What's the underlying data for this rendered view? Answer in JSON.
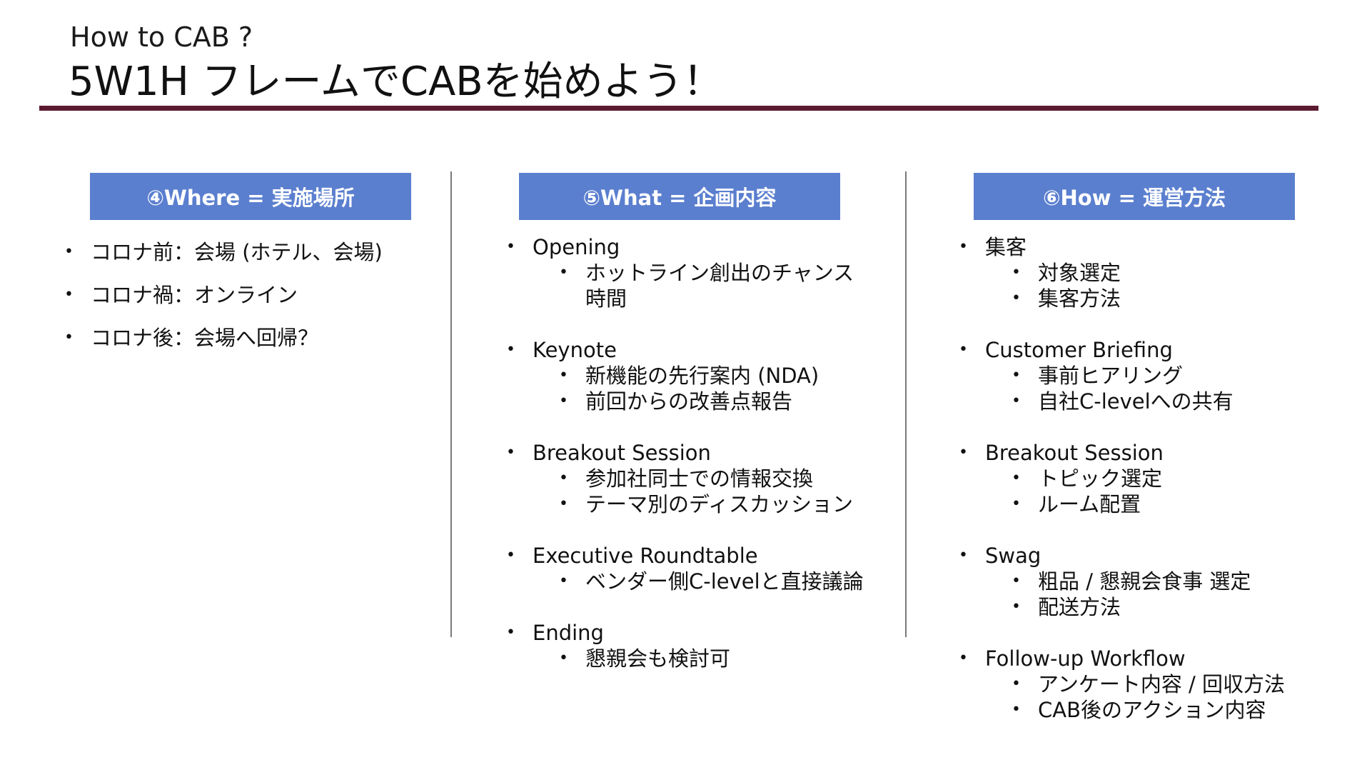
{
  "header": {
    "subtitle": "How to CAB ?",
    "title": "5W1H フレームでCABを始めよう！"
  },
  "columns": [
    {
      "heading": "④Where = 実施場所",
      "items": [
        {
          "label": "コロナ前：会場 (ホテル、会場)"
        },
        {
          "label": "コロナ禍：オンライン"
        },
        {
          "label": "コロナ後：会場へ回帰？"
        }
      ]
    },
    {
      "heading": "⑤What = 企画内容",
      "items": [
        {
          "label": "Opening",
          "sub": [
            "ホットライン創出のチャンス",
            "時間"
          ]
        },
        {
          "label": "Keynote",
          "sub": [
            "新機能の先行案内 (NDA)",
            "前回からの改善点報告"
          ]
        },
        {
          "label": "Breakout Session",
          "sub": [
            "参加社同士での情報交換",
            "テーマ別のディスカッション"
          ]
        },
        {
          "label": "Executive Roundtable",
          "sub": [
            "ベンダー側C-levelと直接議論"
          ]
        },
        {
          "label": "Ending",
          "sub": [
            "懇親会も検討可"
          ]
        }
      ]
    },
    {
      "heading": "⑥How = 運営方法",
      "items": [
        {
          "label": "集客",
          "sub": [
            "対象選定",
            "集客方法"
          ]
        },
        {
          "label": "Customer Briefing",
          "sub": [
            "事前ヒアリング",
            "自社C-levelへの共有"
          ]
        },
        {
          "label": "Breakout Session",
          "sub": [
            "トピック選定",
            "ルーム配置"
          ]
        },
        {
          "label": "Swag",
          "sub": [
            "粗品 / 懇親会食事 選定",
            "配送方法"
          ]
        },
        {
          "label": "Follow-up Workflow",
          "sub": [
            "アンケート内容 / 回収方法",
            "CAB後のアクション内容"
          ]
        }
      ]
    }
  ],
  "bullet_glyph": "•",
  "colors": {
    "header_fill": "#5b7fcf",
    "title_rule": "#5b1a30",
    "divider": "#7a7a7a"
  }
}
